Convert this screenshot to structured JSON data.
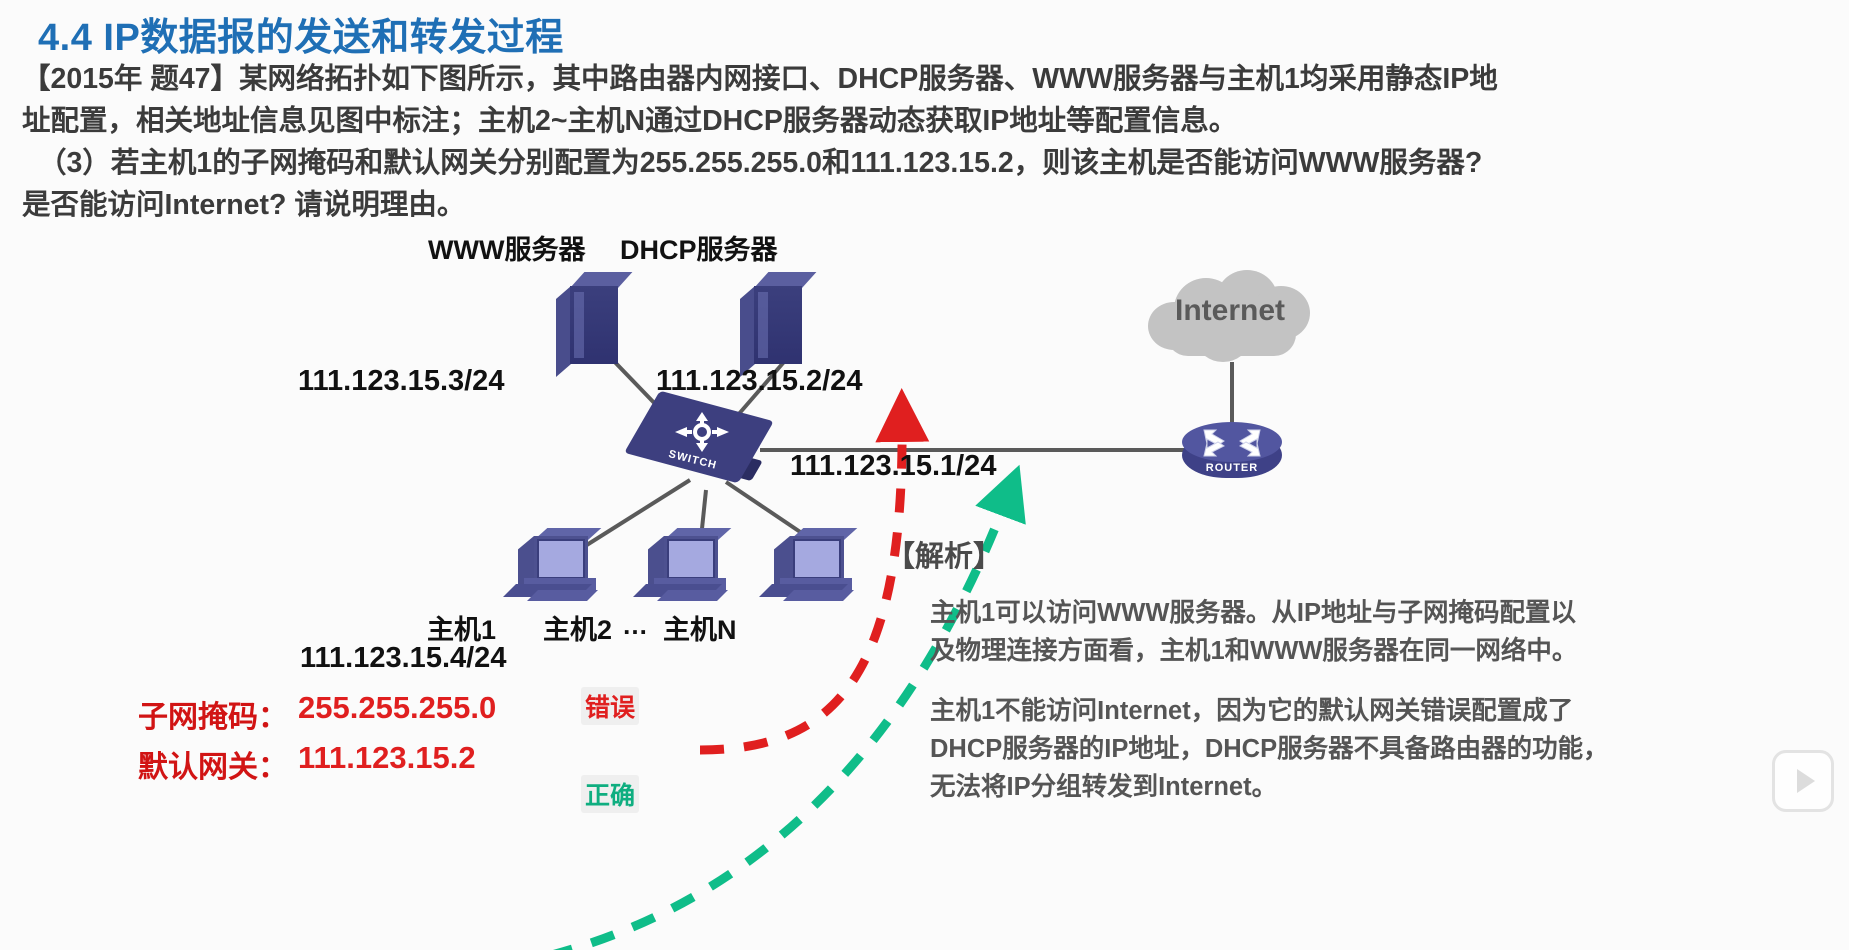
{
  "slide": {
    "title": "4.4  IP数据报的发送和转发过程",
    "title_color": "#1f6fb5"
  },
  "question": {
    "lines": [
      "【2015年 题47】某网络拓扑如下图所示，其中路由器内网接口、DHCP服务器、WWW服务器与主机1均采用静态IP地",
      "址配置，相关地址信息见图中标注；主机2~主机N通过DHCP服务器动态获取IP地址等配置信息。",
      "（3）若主机1的子网掩码和默认网关分别配置为255.255.255.0和111.123.15.2，则该主机是否能访问WWW服务器?",
      "是否能访问Internet?  请说明理由。"
    ]
  },
  "diagram": {
    "www_server": {
      "label": "WWW服务器",
      "ip": "111.123.15.3/24",
      "icon": "server-icon"
    },
    "dhcp_server": {
      "label": "DHCP服务器",
      "ip": "111.123.15.2/24",
      "icon": "server-icon"
    },
    "switch": {
      "label": "SWITCH",
      "icon": "switch-icon"
    },
    "router": {
      "label": "ROUTER",
      "ip": "111.123.15.1/24",
      "icon": "router-icon"
    },
    "internet": {
      "label": "Internet",
      "icon": "cloud-icon"
    },
    "hosts": [
      {
        "label": "主机1",
        "icon": "desktop-pc-icon"
      },
      {
        "label": "主机2",
        "icon": "desktop-pc-icon"
      },
      {
        "label": "主机N",
        "icon": "desktop-pc-icon"
      }
    ],
    "hosts_ellipsis": "…",
    "host1_ip": "111.123.15.4/24",
    "config": {
      "subnet_mask_key": "子网掩码：",
      "subnet_mask_value": "255.255.255.0",
      "gateway_key": "默认网关：",
      "gateway_value": "111.123.15.2"
    },
    "badges": {
      "wrong": "错误",
      "correct": "正确"
    },
    "arrow_colors": {
      "wrong": "#e01f1f",
      "correct": "#0fbd89",
      "link": "#5a5a5a"
    }
  },
  "analysis": {
    "title": "【解析】",
    "paragraph1": [
      "主机1可以访问WWW服务器。从IP地址与子网掩码配置以",
      "及物理连接方面看，主机1和WWW服务器在同一网络中。"
    ],
    "paragraph2": [
      "主机1不能访问Internet，因为它的默认网关错误配置成了",
      "DHCP服务器的IP地址，DHCP服务器不具备路由器的功能，",
      "无法将IP分组转发到Internet。"
    ]
  }
}
